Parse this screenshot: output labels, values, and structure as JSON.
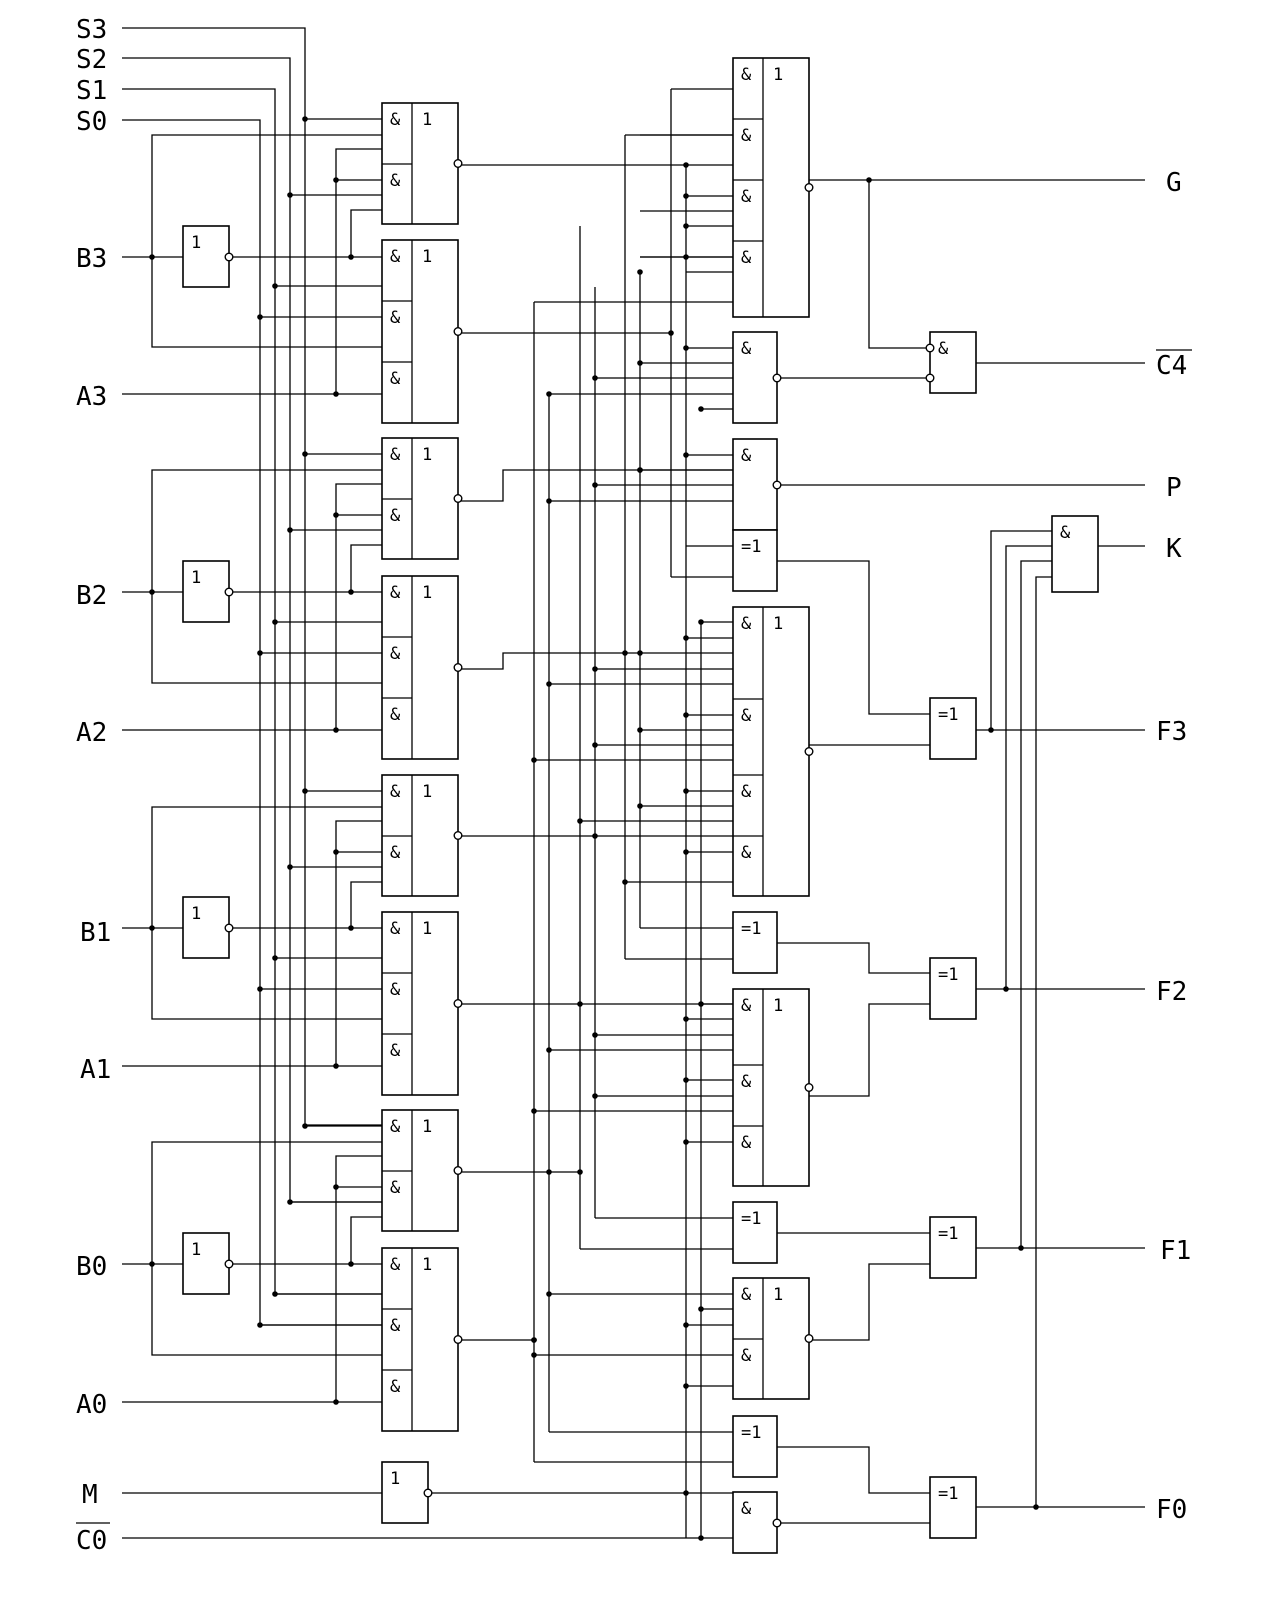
{
  "labels": {
    "inputs": {
      "s3": "S3",
      "s2": "S2",
      "s1": "S1",
      "s0": "S0",
      "b3": "B3",
      "a3": "A3",
      "b2": "B2",
      "a2": "A2",
      "b1": "B1",
      "a1": "A1",
      "b0": "B0",
      "a0": "A0",
      "m": "M",
      "c0": "C0"
    },
    "outputs": {
      "g": "G",
      "c4": "C4",
      "p": "P",
      "k": "K",
      "f3": "F3",
      "f2": "F2",
      "f1": "F1",
      "f0": "F0"
    }
  },
  "symbols": {
    "and": "&",
    "or": "1",
    "not": "1",
    "xor": "=1"
  }
}
